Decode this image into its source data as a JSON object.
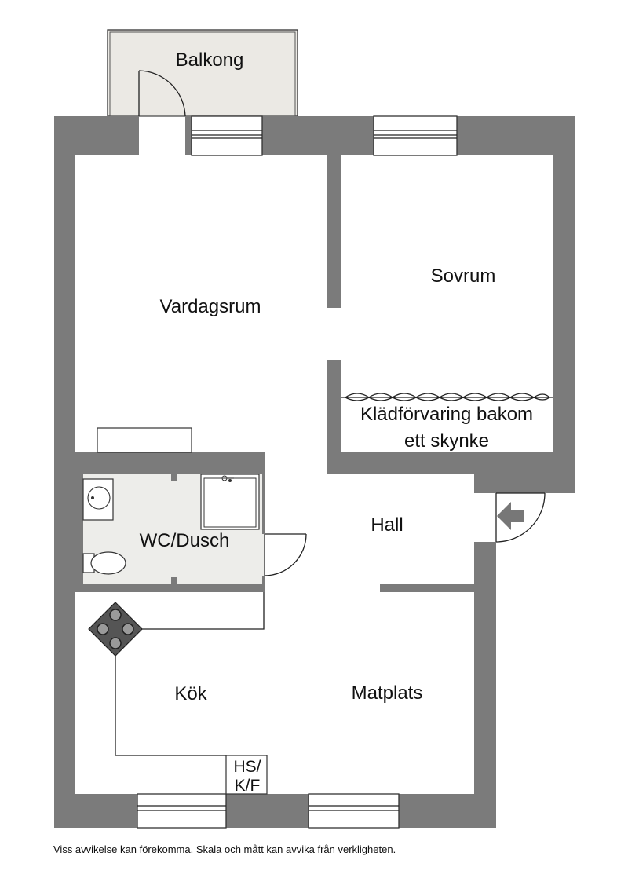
{
  "rooms": {
    "balcony": "Balkong",
    "living_room": "Vardagsrum",
    "bedroom": "Sovrum",
    "wardrobe_line1": "Klädförvaring bakom",
    "wardrobe_line2": "ett skynke",
    "bathroom": "WC/Dusch",
    "hall": "Hall",
    "kitchen": "Kök",
    "dining": "Matplats",
    "hs_line1": "HS/",
    "hs_line2": "K/F"
  },
  "disclaimer": "Viss avvikelse kan förekomma. Skala och mått kan avvika från verkligheten.",
  "colors": {
    "walls": "#7b7b7b",
    "wet_room_floor": "#ededea",
    "balcony_floor": "#ebe9e4",
    "line": "#222222"
  }
}
